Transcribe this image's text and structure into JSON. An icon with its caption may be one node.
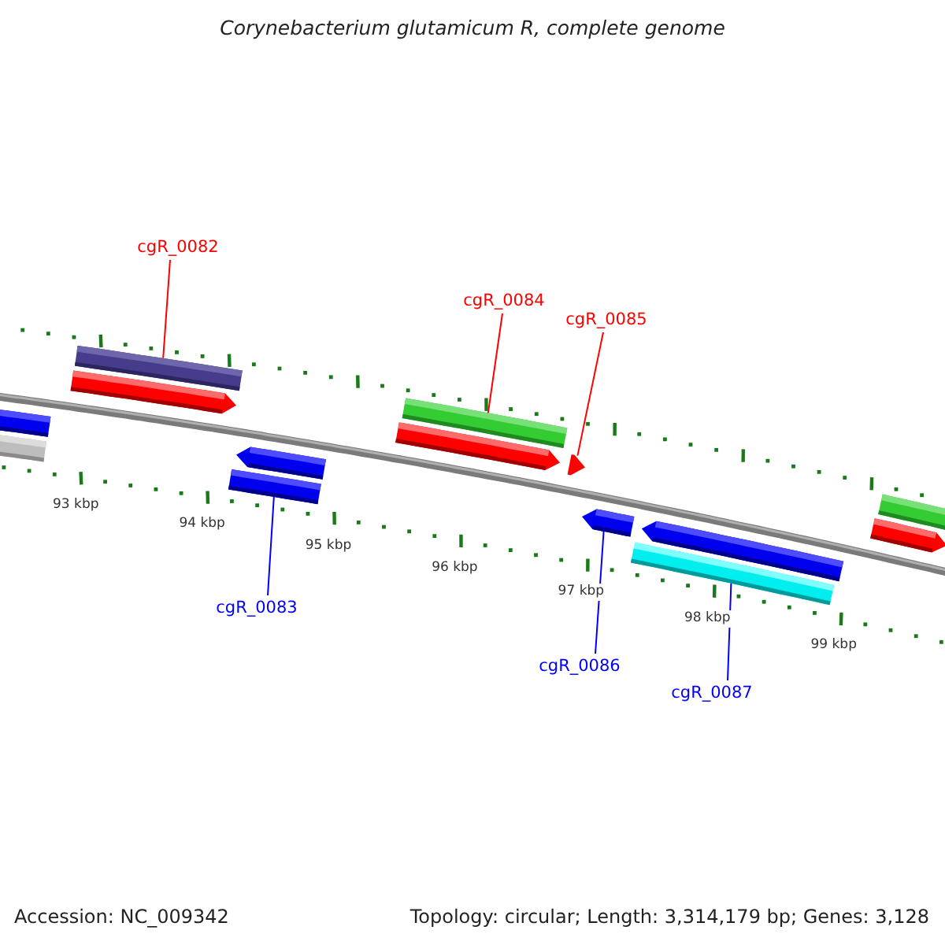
{
  "diagram": {
    "title": "Corynebacterium glutamicum R, complete genome",
    "nodes": [
      {
        "text": [
          "cgR_0082"
        ]
      },
      {
        "text": [
          "cgR_0084"
        ]
      },
      {
        "text": [
          "cgR_0085"
        ]
      },
      {
        "text": [
          "cgR_0083"
        ]
      },
      {
        "text": [
          "cgR_0086"
        ]
      },
      {
        "text": [
          "cgR_0087"
        ]
      },
      {
        "text": [],
        "shape": "bar"
      },
      {
        "text": [],
        "shape": "bar"
      },
      {
        "text": [],
        "shape": "bar"
      },
      {
        "text": [],
        "shape": "bar"
      },
      {
        "text": [],
        "shape": "bar"
      },
      {
        "text": [],
        "shape": "bar"
      },
      {
        "text": [],
        "shape": "bar"
      },
      {
        "text": [],
        "shape": "bar"
      },
      {
        "text": [],
        "shape": "bar"
      },
      {
        "text": [],
        "shape": "bar"
      },
      {
        "text": [],
        "shape": "bar"
      },
      {
        "text": [],
        "shape": "bar"
      },
      {
        "text": [],
        "shape": "bar"
      },
      {
        "text": [],
        "shape": "bar"
      }
    ],
    "edges": [
      {
        "from": 0,
        "to": 8,
        "arrow": "none",
        "color": "#ff0000"
      },
      {
        "from": 1,
        "to": 12,
        "arrow": "none",
        "color": "#ff0000"
      },
      {
        "from": 2,
        "to": 14,
        "arrow": "none",
        "color": "#ff0000"
      },
      {
        "from": 3,
        "to": 11,
        "arrow": "none",
        "color": "#0000ff"
      },
      {
        "from": 4,
        "to": 15,
        "arrow": "none",
        "color": "#0000ff"
      },
      {
        "from": 5,
        "to": 16,
        "arrow": "none",
        "color": "#0000ff"
      }
    ],
    "labels": [
      "93 kbp",
      "94 kbp",
      "95 kbp",
      "96 kbp",
      "97 kbp",
      "98 kbp",
      "99 kbp",
      "Accession: NC_009342",
      "Topology: circular; Length: 3,314,179 bp; Genes: 3,128"
    ]
  }
}
